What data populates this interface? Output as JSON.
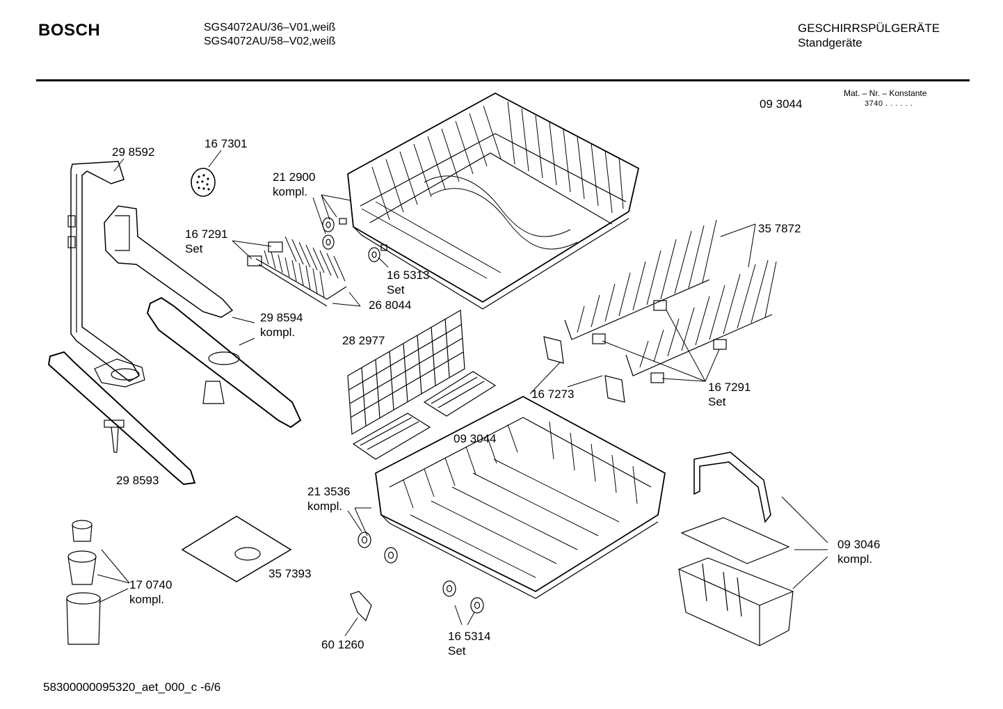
{
  "header": {
    "brand": "BOSCH",
    "model_line_1": "SGS4072AU/36–V01,weiß",
    "model_line_2": "SGS4072AU/58–V02,weiß",
    "category_line_1": "GESCHIRRSPÜLGERÄTE",
    "category_line_2": "Standgeräte",
    "mat_label": "Mat. – Nr. – Konstante",
    "mat_value": "3740 . . . . . .",
    "top_number": "09 3044"
  },
  "parts": [
    {
      "id": "p298592",
      "number": "29 8592",
      "note": ""
    },
    {
      "id": "p167301",
      "number": "16 7301",
      "note": ""
    },
    {
      "id": "p212900",
      "number": "21 2900",
      "note": "kompl."
    },
    {
      "id": "p167291a",
      "number": "16 7291",
      "note": "Set"
    },
    {
      "id": "p165313",
      "number": "16 5313",
      "note": "Set"
    },
    {
      "id": "p268044",
      "number": "26 8044",
      "note": ""
    },
    {
      "id": "p357872",
      "number": "35 7872",
      "note": ""
    },
    {
      "id": "p298594",
      "number": "29 8594",
      "note": "kompl."
    },
    {
      "id": "p282977",
      "number": "28 2977",
      "note": ""
    },
    {
      "id": "p167273",
      "number": "16 7273",
      "note": ""
    },
    {
      "id": "p167291b",
      "number": "16 7291",
      "note": "Set"
    },
    {
      "id": "p093044",
      "number": "09 3044",
      "note": ""
    },
    {
      "id": "p298593",
      "number": "29 8593",
      "note": ""
    },
    {
      "id": "p213536",
      "number": "21 3536",
      "note": "kompl."
    },
    {
      "id": "p093046",
      "number": "09 3046",
      "note": "kompl."
    },
    {
      "id": "p170740",
      "number": "17 0740",
      "note": "kompl."
    },
    {
      "id": "p357393",
      "number": "35 7393",
      "note": ""
    },
    {
      "id": "p601260",
      "number": "60 1260",
      "note": ""
    },
    {
      "id": "p165314",
      "number": "16 5314",
      "note": "Set"
    }
  ],
  "footer": {
    "code": "58300000095320_aet_000_c   -6/6"
  }
}
